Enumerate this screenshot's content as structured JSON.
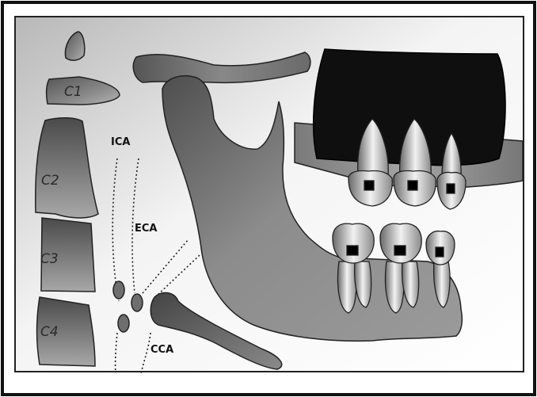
{
  "labels": {
    "c1": "C1",
    "c2": "C2",
    "c3": "C3",
    "c4": "C4",
    "ica": "ICA",
    "eca": "ECA",
    "cca": "CCA"
  }
}
